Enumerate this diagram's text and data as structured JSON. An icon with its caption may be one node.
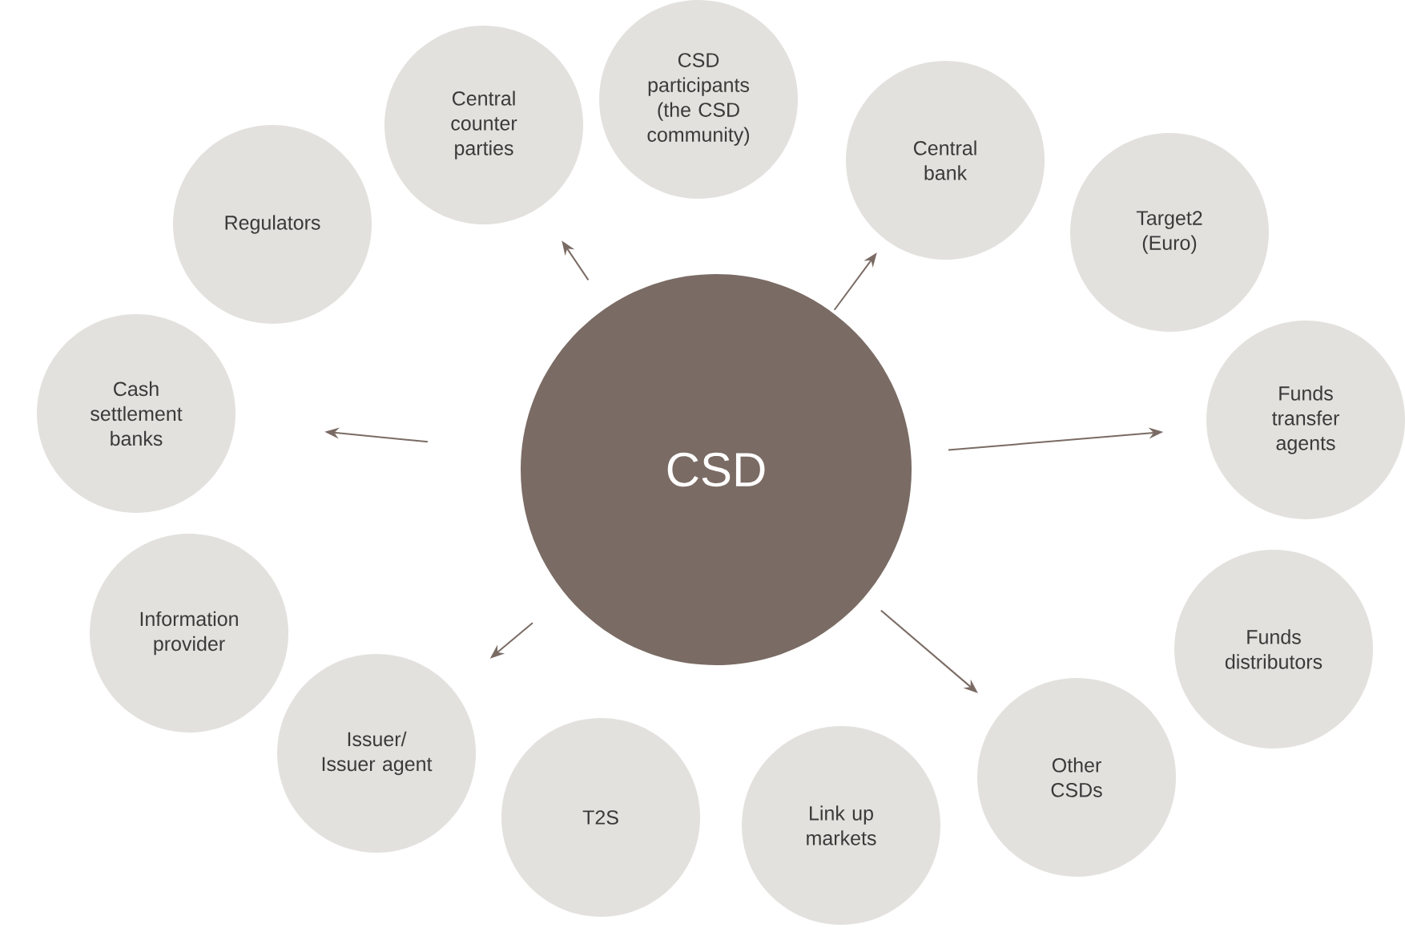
{
  "diagram": {
    "nodes": [
      {
        "text": [
          "CSD"
        ]
      },
      {
        "text": [
          "Regulators"
        ]
      },
      {
        "text": [
          "Central counter parties"
        ]
      },
      {
        "text": [
          "CSD participants (the CSD community)"
        ]
      },
      {
        "text": [
          "Central bank"
        ]
      },
      {
        "text": [
          "Target2 (Euro)"
        ]
      },
      {
        "text": [
          "Funds transfer agents"
        ]
      },
      {
        "text": [
          "Funds distributors"
        ]
      },
      {
        "text": [
          "Other CSDs"
        ]
      },
      {
        "text": [
          "Link up markets"
        ]
      },
      {
        "text": [
          "T2S"
        ]
      },
      {
        "text": [
          "Issuer/ Issuer agent"
        ]
      },
      {
        "text": [
          "Information provider"
        ]
      },
      {
        "text": [
          "Cash settlement banks"
        ]
      }
    ],
    "edges": [
      {
        "from": 0,
        "to": 2,
        "arrow": "to"
      },
      {
        "from": 0,
        "to": 4,
        "arrow": "to"
      },
      {
        "from": 0,
        "to": 13,
        "arrow": "to"
      },
      {
        "from": 0,
        "to": 6,
        "arrow": "to"
      },
      {
        "from": 0,
        "to": 11,
        "arrow": "to"
      },
      {
        "from": 0,
        "to": 8,
        "arrow": "to"
      }
    ]
  }
}
